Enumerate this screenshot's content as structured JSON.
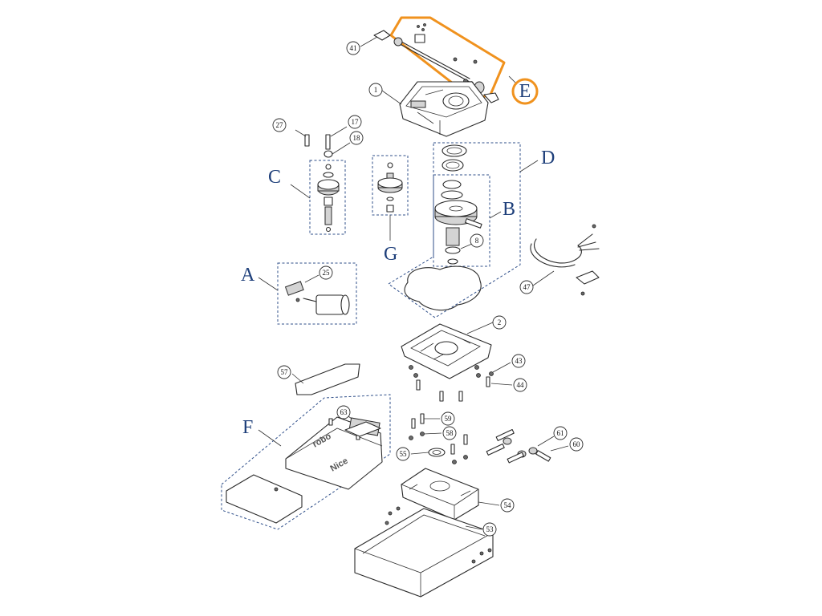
{
  "groups": {
    "A": "A",
    "B": "B",
    "C": "C",
    "D": "D",
    "E": "E",
    "F": "F",
    "G": "G"
  },
  "callouts": {
    "p41": "41",
    "p1": "1",
    "p27": "27",
    "p17": "17",
    "p18": "18",
    "p8": "8",
    "p25": "25",
    "p47": "47",
    "p2": "2",
    "p43": "43",
    "p44": "44",
    "p57": "57",
    "p63": "63",
    "p59": "59",
    "p58": "58",
    "p55": "55",
    "p61": "61",
    "p60": "60",
    "p54": "54",
    "p53": "53"
  },
  "brand_text": {
    "cover_logo": "Nice",
    "cover_label": "robo"
  },
  "colors": {
    "highlight": "#f0921e",
    "group_label": "#1e3f7a",
    "dashed_box": "#2f4f8a"
  }
}
